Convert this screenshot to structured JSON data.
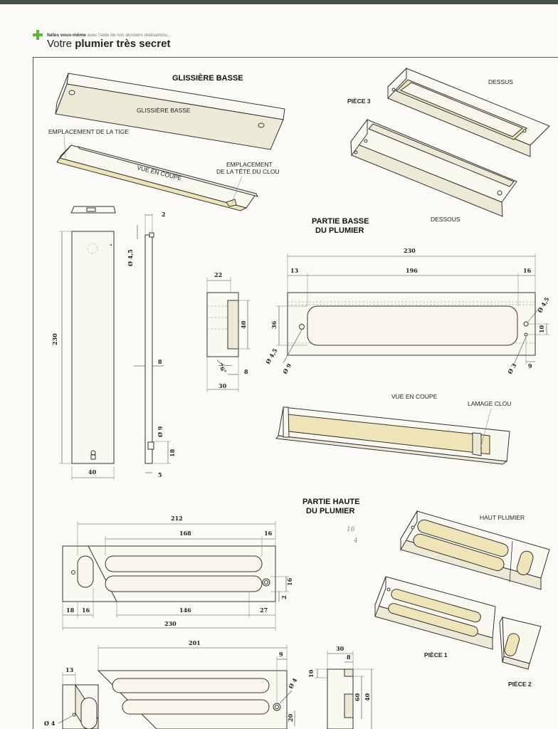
{
  "header": {
    "kicker_bold": "faites vous-même",
    "kicker_rest": "avec l'aide de nos dossiers réalisations...",
    "title_light": "Votre",
    "title_bold": "plumier très secret"
  },
  "labels": {
    "glissiere_heading": "GLISSIÈRE BASSE",
    "glissiere_label": "GLISSIÈRE BASSE",
    "emplacement_tige": "EMPLACEMENT DE LA TIGE",
    "vue_en_coupe_1": "VUE EN COUPE",
    "emplacement_tete_1": "EMPLACEMENT",
    "emplacement_tete_2": "DE LA TÊTE DU CLOU",
    "piece3": "PIÈCE 3",
    "dessus": "DESSUS",
    "dessous": "DESSOUS",
    "partie_basse_1": "PARTIE BASSE",
    "partie_basse_2": "DU PLUMIER",
    "vue_en_coupe_2": "VUE EN COUPE",
    "lamage_clou": "LAMAGE CLOU",
    "partie_haute_1": "PARTIE HAUTE",
    "partie_haute_2": "DU PLUMIER",
    "haut_plumier": "HAUT PLUMIER",
    "piece1": "PIÈCE 1",
    "piece2": "PIÈCE 2",
    "handwritten_1": "16",
    "handwritten_2": "4"
  },
  "dimensions": {
    "glissiere": {
      "width_top": "2",
      "hole_a": "Ø 4,5",
      "length": "230",
      "thickness": "8",
      "hole_b": "Ø 9",
      "pos_b": "18",
      "width": "40",
      "depth": "5"
    },
    "section_small": {
      "top": "22",
      "height": "40",
      "angle": "76°",
      "offset": "8",
      "width": "30"
    },
    "partie_basse": {
      "total": "230",
      "left": "13",
      "middle": "196",
      "right": "16",
      "height": "36",
      "hole_left_a": "Ø 4,5",
      "hole_left_b": "Ø 9",
      "hole_right_a": "Ø 4,5",
      "hole_right_b": "Ø 3",
      "gap": "10",
      "edge": "9"
    },
    "partie_haute": {
      "top": "212",
      "slot": "168",
      "end": "16",
      "height": "16",
      "small": "2",
      "left_a": "18",
      "left_b": "16",
      "middle": "146",
      "right": "27",
      "total": "230"
    },
    "piece_lower": {
      "length": "201",
      "edge": "9",
      "left": "13",
      "hole_left": "Ø 4",
      "hole_right": "Ø 4",
      "height": "20"
    },
    "profile": {
      "top": "30",
      "edge": "8",
      "a": "10",
      "b": "60",
      "c": "40"
    }
  }
}
